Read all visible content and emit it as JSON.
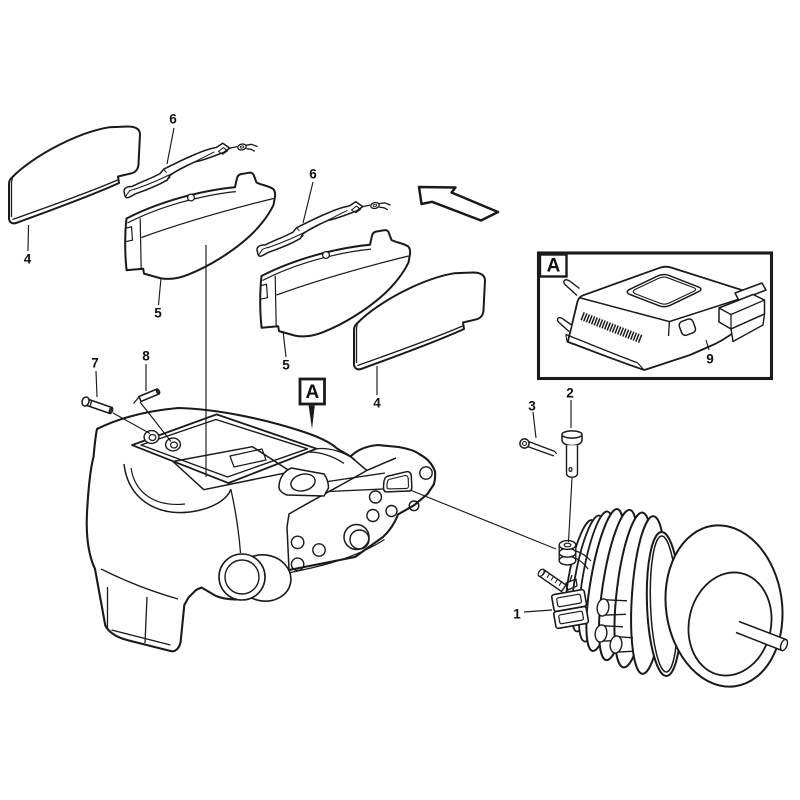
{
  "figure": {
    "background_color": "#ffffff",
    "line_color": "#1a1a1a",
    "description": "Exploded parts diagram of a disc brake caliper assembly with brake pads, retainer springs, guide pins, wear indicator detail and brake chamber",
    "direction_arrow": "up-left"
  },
  "callouts": [
    {
      "id": "pad-outer-left",
      "label": "4"
    },
    {
      "id": "spring-left",
      "label": "6"
    },
    {
      "id": "pad-inner-left",
      "label": "5"
    },
    {
      "id": "spring-right",
      "label": "6"
    },
    {
      "id": "pad-inner-right",
      "label": "5"
    },
    {
      "id": "pad-outer-right",
      "label": "4"
    },
    {
      "id": "guide-pin",
      "label": "7"
    },
    {
      "id": "lock-pin",
      "label": "8"
    },
    {
      "id": "detail-marker",
      "label": "A"
    },
    {
      "id": "detail-view",
      "label": "A"
    },
    {
      "id": "wear-indicator",
      "label": "9"
    },
    {
      "id": "cotter-pin",
      "label": "3"
    },
    {
      "id": "clevis-pin",
      "label": "2"
    },
    {
      "id": "mounting-clamp",
      "label": "1"
    }
  ]
}
